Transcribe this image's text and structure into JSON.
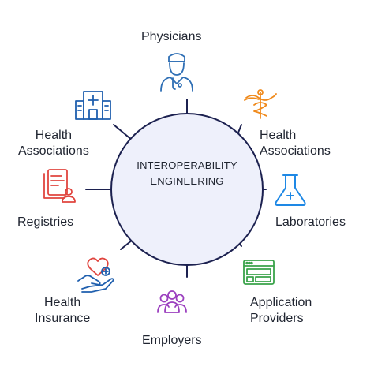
{
  "center": {
    "line1": "INTEROPERABILITY",
    "line2": "ENGINEERING"
  },
  "nodes": [
    {
      "label": "Physicians",
      "icon": "physician-icon",
      "color": "#2f6fb5"
    },
    {
      "label_line1": "Health",
      "label_line2": "Associations",
      "icon": "caduceus-icon",
      "color": "#f08a1c"
    },
    {
      "label": "Laboratories",
      "icon": "flask-icon",
      "color": "#1e88e5"
    },
    {
      "label_line1": "Application",
      "label_line2": "Providers",
      "icon": "app-window-icon",
      "color": "#3aa34a"
    },
    {
      "label": "Employers",
      "icon": "people-group-icon",
      "color": "#9b3fbf"
    },
    {
      "label_line1": "Health",
      "label_line2": "Insurance",
      "icon": "hand-heart-icon",
      "color": "#1f5fae"
    },
    {
      "label": "Registries",
      "icon": "registry-document-icon",
      "color": "#e0453f"
    },
    {
      "label_line1": "Health",
      "label_line2": "Associations",
      "icon": "hospital-icon",
      "color": "#1f5fae"
    }
  ],
  "colors": {
    "circle_fill": "#eef0fb",
    "circle_stroke": "#1c2150",
    "connector": "#1c2150",
    "text": "#1f2430"
  }
}
